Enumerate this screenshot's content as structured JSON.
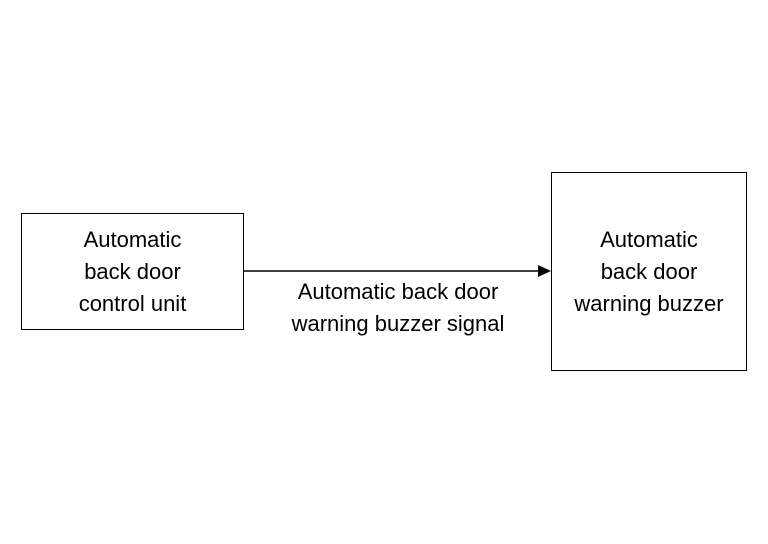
{
  "diagram": {
    "nodes": [
      {
        "id": "control-unit",
        "label": "Automatic\nback door\ncontrol unit"
      },
      {
        "id": "warning-buzzer",
        "label": "Automatic\nback door\nwarning buzzer"
      }
    ],
    "edges": [
      {
        "from": "control-unit",
        "to": "warning-buzzer",
        "label": "Automatic back door\nwarning buzzer signal"
      }
    ]
  }
}
